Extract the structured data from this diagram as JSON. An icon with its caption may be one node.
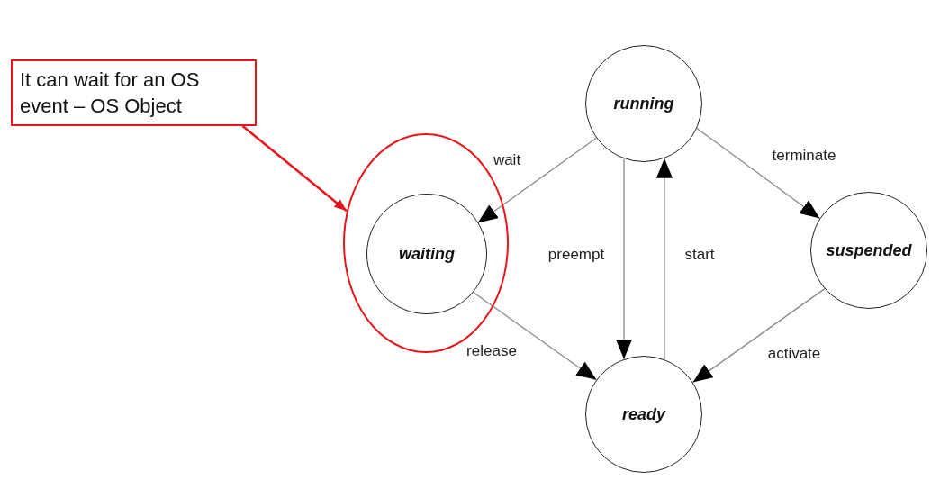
{
  "diagram": {
    "nodes": [
      {
        "text": [
          "It can wait for an OS event – OS Object"
        ]
      },
      {
        "text": [],
        "shape": "circle"
      },
      {
        "text": [
          "waiting"
        ],
        "in": 1
      },
      {
        "text": [
          "running"
        ]
      },
      {
        "text": [
          "suspended"
        ]
      },
      {
        "text": [
          "ready"
        ]
      }
    ],
    "edges": [
      {
        "from": 0,
        "to": 1,
        "arrow": "to",
        "color": "#e8141b"
      },
      {
        "from": 3,
        "to": 2,
        "arrow": "to",
        "label": "wait"
      },
      {
        "from": 3,
        "to": 5,
        "arrow": "to",
        "label": "preempt"
      },
      {
        "from": 5,
        "to": 3,
        "arrow": "to",
        "label": "start"
      },
      {
        "from": 3,
        "to": 4,
        "arrow": "to",
        "label": "terminate"
      },
      {
        "from": 2,
        "to": 5,
        "arrow": "to",
        "label": "release"
      },
      {
        "from": 4,
        "to": 5,
        "arrow": "to",
        "label": "activate"
      }
    ]
  }
}
